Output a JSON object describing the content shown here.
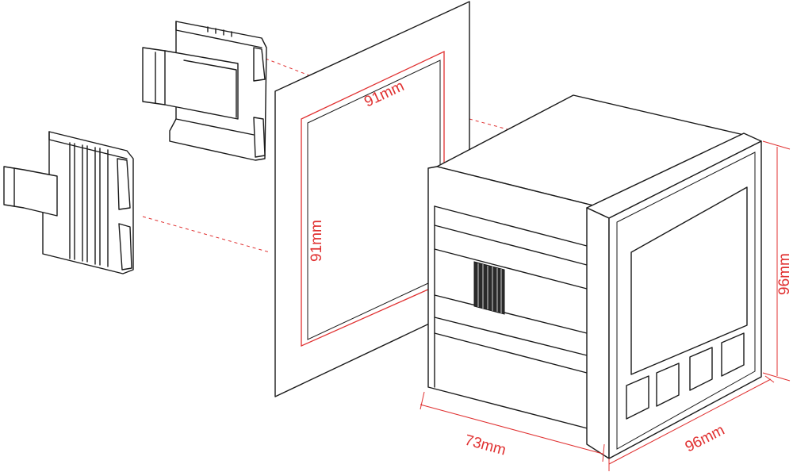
{
  "dimensions": {
    "cutout_width": "91mm",
    "cutout_height": "91mm",
    "panel_height": "96mm",
    "panel_width": "96mm",
    "depth": "73mm"
  },
  "colors": {
    "dimension": "#e03030",
    "outline": "#1a1a1a",
    "background": "#ffffff"
  }
}
